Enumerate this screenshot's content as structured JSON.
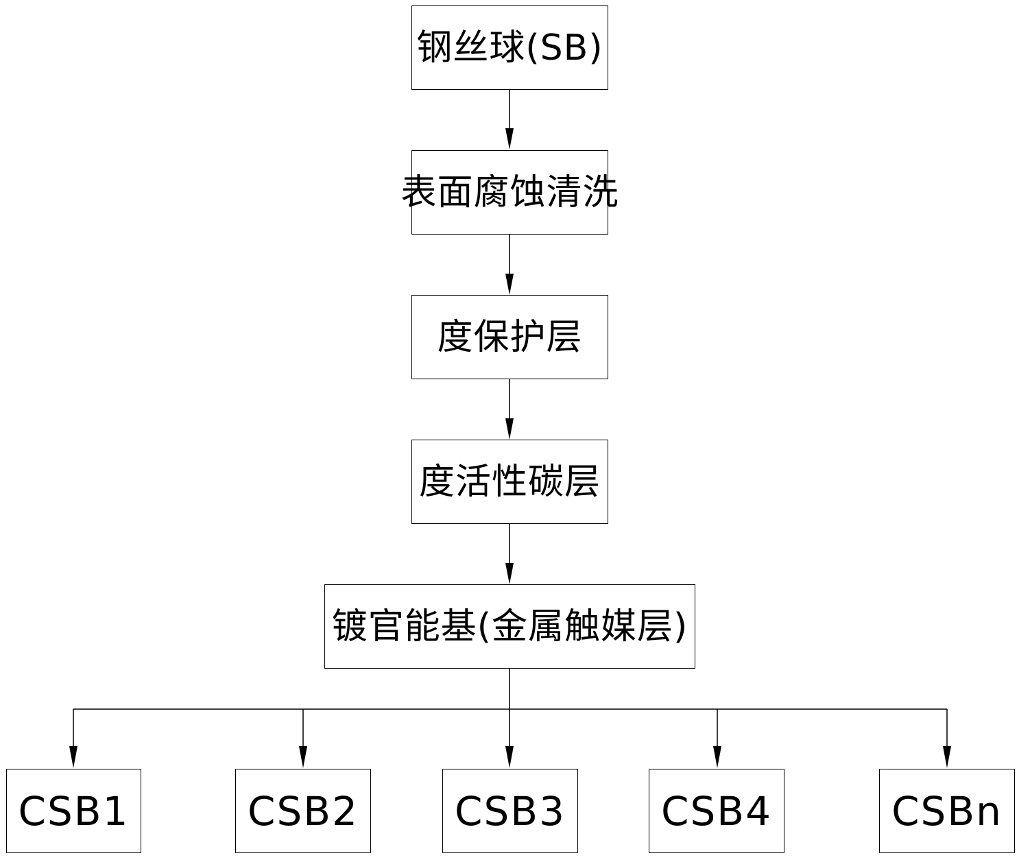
{
  "steps": [
    {
      "label": "钢丝球(SB)"
    },
    {
      "label": "表面腐蚀清洗"
    },
    {
      "label": "度保护层"
    },
    {
      "label": "度活性碳层"
    },
    {
      "label": "镀官能基(金属触媒层)"
    }
  ],
  "branches": [
    {
      "label": "CSB1"
    },
    {
      "label": "CSB2"
    },
    {
      "label": "CSB3"
    },
    {
      "label": "CSB4"
    },
    {
      "label": "CSBn"
    }
  ]
}
